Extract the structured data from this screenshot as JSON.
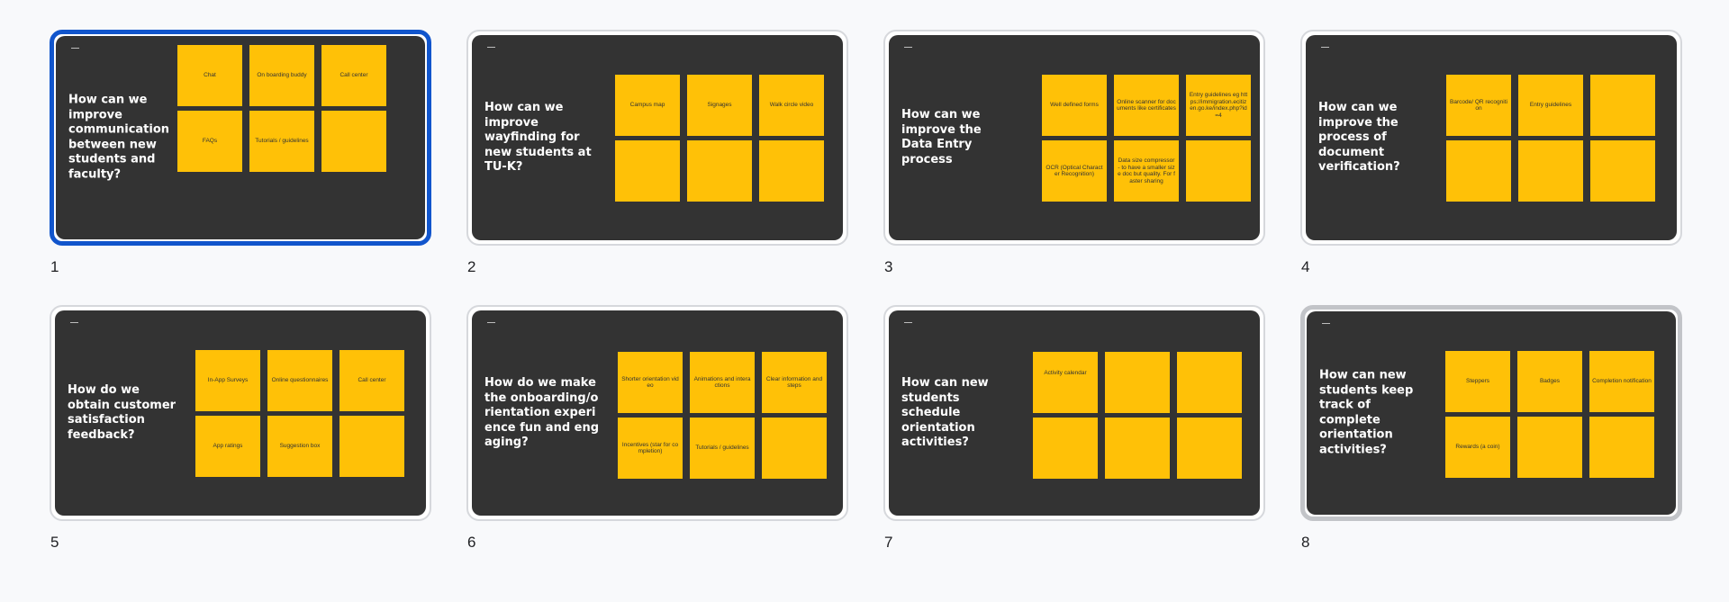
{
  "slides": [
    {
      "number": "1",
      "title": "How can we improve communication between new students and faculty?",
      "notes": [
        "Chat",
        "On boarding buddy",
        "Call center",
        "FAQs",
        "Tutorials / guidelines",
        ""
      ]
    },
    {
      "number": "2",
      "title": "How can we improve wayfinding for new students at TU-K?",
      "notes": [
        "Campus map",
        "Signages",
        "Walk circle video",
        "",
        "",
        ""
      ]
    },
    {
      "number": "3",
      "title": "How can we improve the\nData Entry process",
      "notes": [
        "Well defined forms",
        "Online scanner for documents like certificates",
        "Entry guidelines eg https://immigration.ecitizen.go.ke/index.php?id=4",
        "OCR (Optical Character Recognition)",
        "Data size compressor - to have a smaller size doc but quality. For faster sharing",
        ""
      ]
    },
    {
      "number": "4",
      "title": "How can we improve the process of document verification?",
      "notes": [
        "Barcode/ QR recognition",
        "Entry guidelines",
        "",
        "",
        "",
        ""
      ]
    },
    {
      "number": "5",
      "title": "How do we obtain customer satisfaction feedback?",
      "notes": [
        "In-App Surveys",
        "Online questionnaires",
        "Call center",
        "App ratings",
        "Suggestion box",
        ""
      ]
    },
    {
      "number": "6",
      "title": "How do we make the onboarding/orientation experience fun and engaging?",
      "notes": [
        "Shorter orientation video",
        "Animations and interactions",
        "Clear information and steps",
        "Incentives (star for completion)",
        "Tutorials / guidelines",
        ""
      ]
    },
    {
      "number": "7",
      "title": "How can new students schedule orientation activities?",
      "notes": [
        "Activity calendar",
        "",
        "",
        "",
        "",
        ""
      ]
    },
    {
      "number": "8",
      "title": "How can new students keep track of complete orientation activities?",
      "notes": [
        "Steppers",
        "Badges",
        "Completion notification",
        "Rewards (a coin)",
        "",
        ""
      ]
    }
  ],
  "colors": {
    "slide_background": "#333333",
    "sticky_note": "#ffc107",
    "selection_border": "#1155cc",
    "hover_border": "#c2c4c8"
  }
}
